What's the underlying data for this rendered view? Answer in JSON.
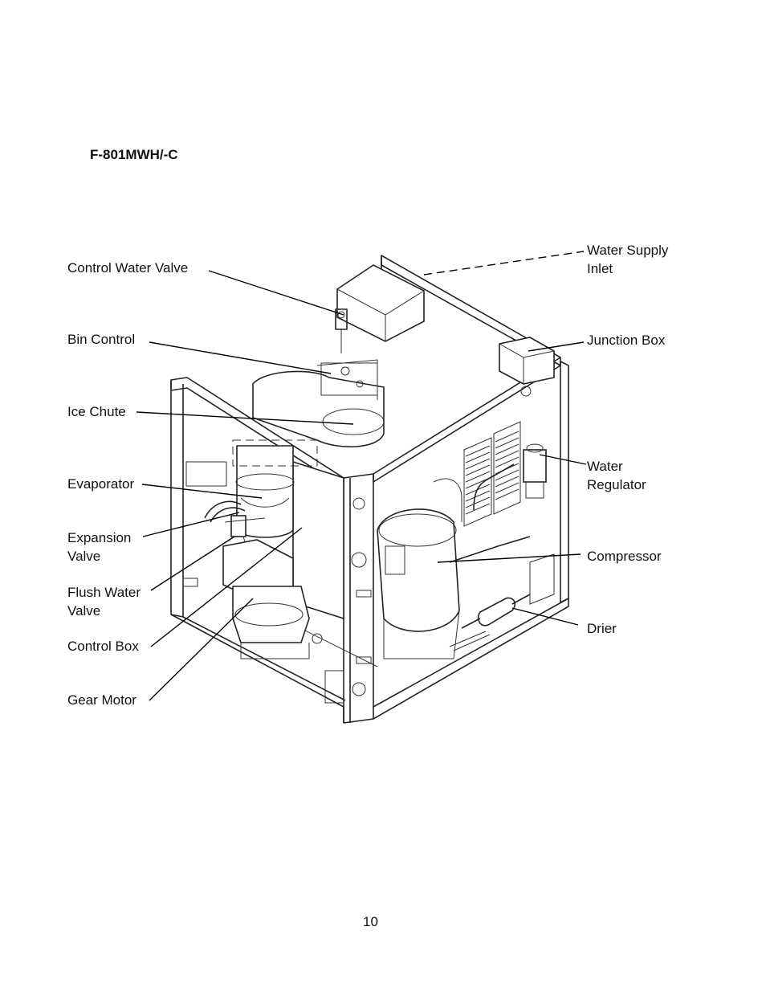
{
  "title": "F-801MWH/-C",
  "page_number": "10",
  "labels_left": {
    "control_water_valve": "Control Water Valve",
    "bin_control": "Bin Control",
    "ice_chute": "Ice Chute",
    "evaporator": "Evaporator",
    "expansion_valve": [
      "Expansion",
      "Valve"
    ],
    "flush_water_valve": [
      "Flush Water",
      "Valve"
    ],
    "control_box": "Control Box",
    "gear_motor": "Gear Motor"
  },
  "labels_right": {
    "water_supply_inlet": [
      "Water Supply",
      "Inlet"
    ],
    "junction_box": "Junction Box",
    "water_regulator": [
      "Water",
      "Regulator"
    ],
    "compressor": "Compressor",
    "drier": "Drier"
  }
}
